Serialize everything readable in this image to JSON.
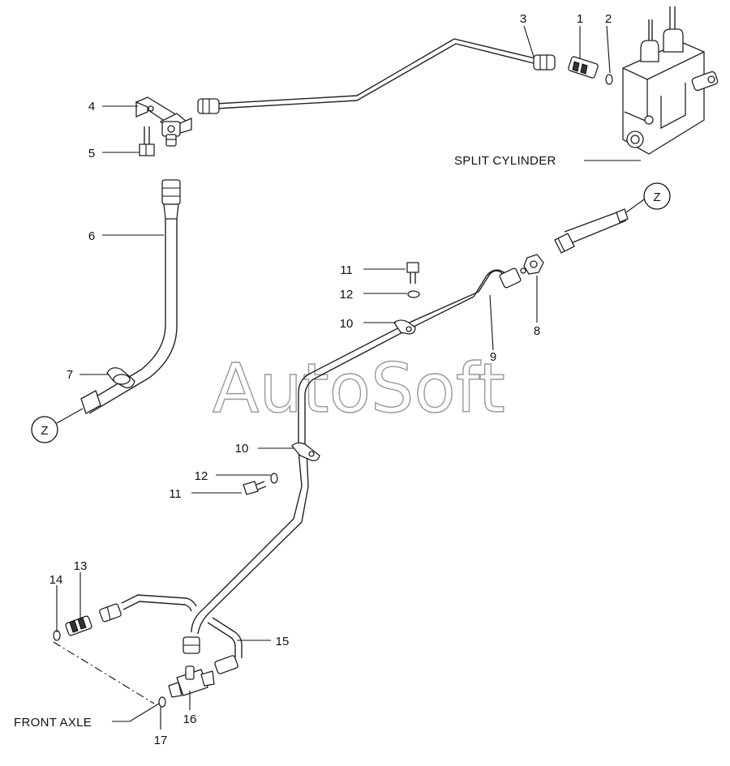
{
  "diagram": {
    "callouts": {
      "c1": "1",
      "c2": "2",
      "c3": "3",
      "c4": "4",
      "c5": "5",
      "c6": "6",
      "c7": "7",
      "c8": "8",
      "c9": "9",
      "c10a": "10",
      "c10b": "10",
      "c11a": "11",
      "c11b": "11",
      "c12a": "12",
      "c12b": "12",
      "c13": "13",
      "c14": "14",
      "c15": "15",
      "c16": "16",
      "c17": "17"
    },
    "connector_top": "Z",
    "connector_bottom": "Z",
    "split_cylinder_label": "SPLIT CYLINDER",
    "front_axle_label": "FRONT AXLE",
    "watermark": "AutoSoft"
  }
}
